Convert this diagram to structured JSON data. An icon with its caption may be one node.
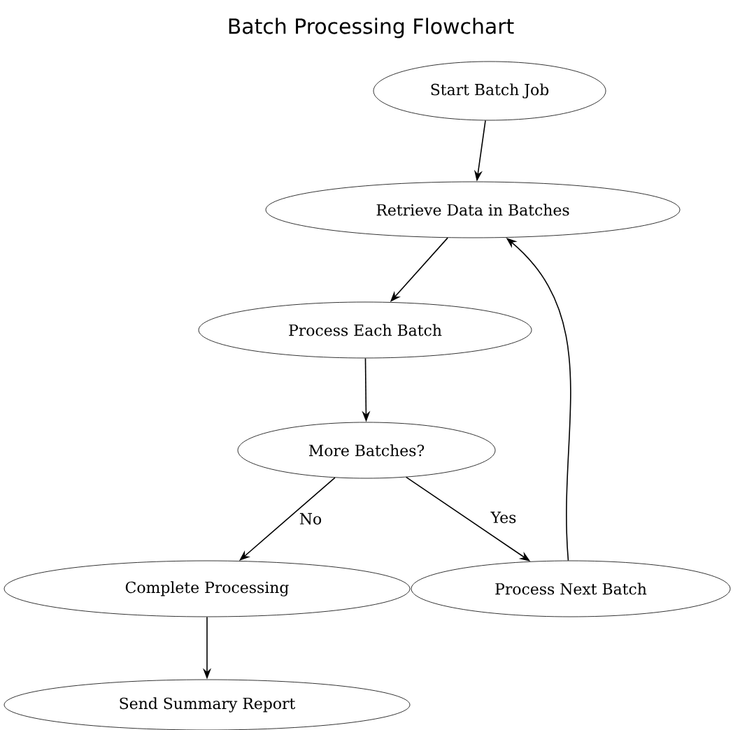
{
  "diagram": {
    "title": "Batch Processing Flowchart",
    "nodes": [
      {
        "text": [
          "Start Batch Job"
        ]
      },
      {
        "text": [
          "Retrieve Data in Batches"
        ]
      },
      {
        "text": [
          "Process Each Batch"
        ]
      },
      {
        "text": [
          "More Batches?"
        ]
      },
      {
        "text": [
          "Complete Processing"
        ]
      },
      {
        "text": [
          "Process Next Batch"
        ]
      },
      {
        "text": [
          "Send Summary Report"
        ]
      }
    ],
    "edges": [
      {
        "from": 0,
        "to": 1,
        "arrow": "to"
      },
      {
        "from": 1,
        "to": 2,
        "arrow": "to"
      },
      {
        "from": 2,
        "to": 3,
        "arrow": "to"
      },
      {
        "from": 3,
        "to": 4,
        "arrow": "to",
        "label": "No"
      },
      {
        "from": 3,
        "to": 5,
        "arrow": "to",
        "label": "Yes"
      },
      {
        "from": 5,
        "to": 1,
        "arrow": "to"
      },
      {
        "from": 4,
        "to": 6,
        "arrow": "to"
      }
    ]
  }
}
